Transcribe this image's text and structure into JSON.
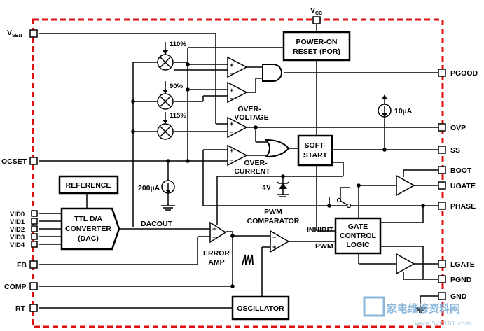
{
  "pins": {
    "vcc": "V",
    "vcc_sub": "CC",
    "vsen": "V",
    "vsen_sub": "SEN",
    "ocset": "OCSET",
    "vid0": "VID0",
    "vid1": "VID1",
    "vid2": "VID2",
    "vid3": "VID3",
    "vid4": "VID4",
    "fb": "FB",
    "comp": "COMP",
    "rt": "RT",
    "pgood": "PGOOD",
    "ovp": "OVP",
    "ss": "SS",
    "boot": "BOOT",
    "ugate": "UGATE",
    "phase": "PHASE",
    "lgate": "LGATE",
    "pgnd": "PGND",
    "gnd": "GND"
  },
  "blocks": {
    "por_line1": "POWER-ON",
    "por_line2": "RESET (POR)",
    "softstart_line1": "SOFT-",
    "softstart_line2": "START",
    "reference": "REFERENCE",
    "dac_line1": "TTL D/A",
    "dac_line2": "CONVERTER",
    "dac_line3": "(DAC)",
    "gate_line1": "GATE",
    "gate_line2": "CONTROL",
    "gate_line3": "LOGIC",
    "oscillator": "OSCILLATOR"
  },
  "labels": {
    "pct_110": "110%",
    "pct_90": "90%",
    "pct_115": "115%",
    "overvoltage_1": "OVER-",
    "overvoltage_2": "VOLTAGE",
    "overcurrent_1": "OVER-",
    "overcurrent_2": "CURRENT",
    "i_10ua": "10µA",
    "i_200ua": "200µA",
    "v_4v": "4V",
    "dacout": "DACOUT",
    "pwm_comp_1": "PWM",
    "pwm_comp_2": "COMPARATOR",
    "error_amp_1": "ERROR",
    "error_amp_2": "AMP",
    "inhibit": "INHIBIT",
    "pwm": "PWM",
    "sawtooth": "/\\/\\/\\"
  },
  "watermark": {
    "text": "家电维修资料网",
    "url": "www.520101.com"
  },
  "colors": {
    "border_dash": "#e01010",
    "line": "#000000",
    "watermark": "#7fb0d8"
  }
}
